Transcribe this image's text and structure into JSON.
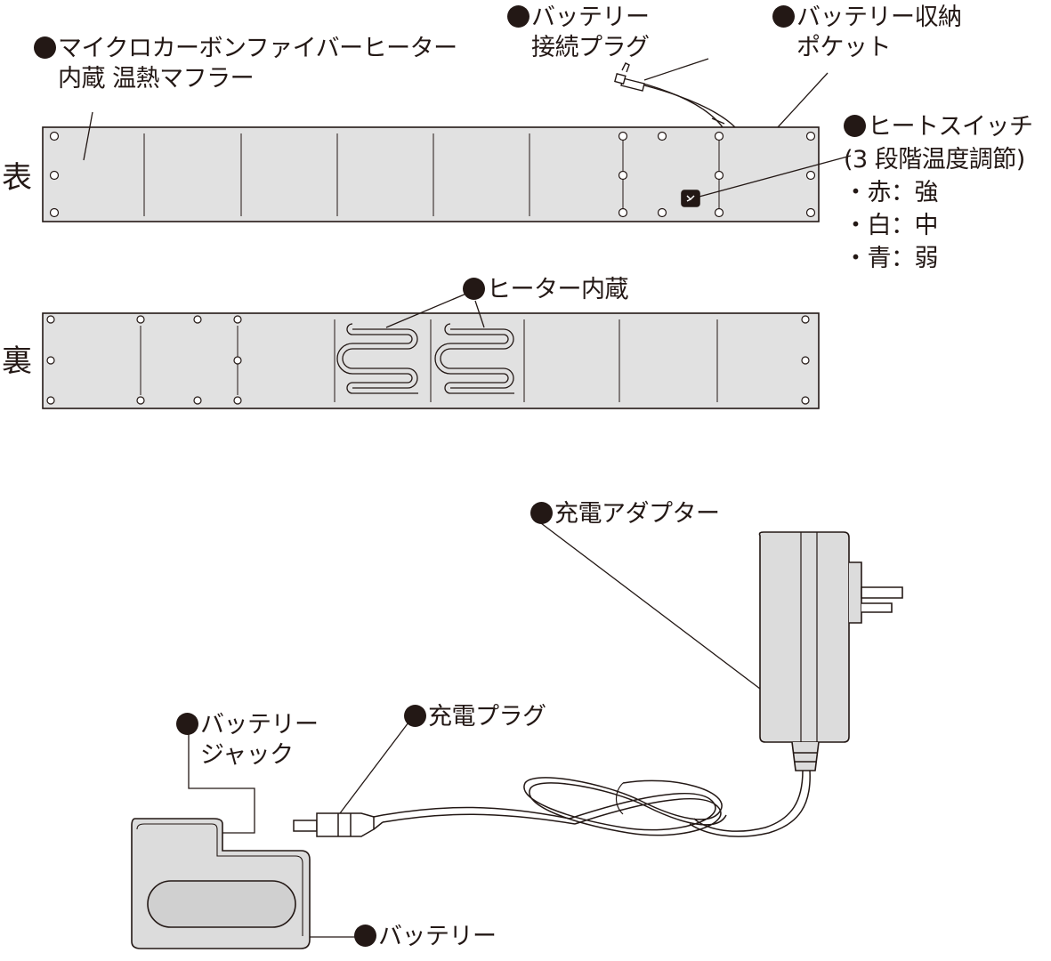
{
  "colors": {
    "ink": "#231815",
    "panel_fill": "#e1e1e1",
    "device_fill": "#dcdcdc",
    "switch_fill": "#231815"
  },
  "sides": {
    "front": "表",
    "back": "裏"
  },
  "labels": {
    "heater_muffler": [
      "マイクロカーボンファイバーヒーター",
      "内蔵 温熱マフラー"
    ],
    "battery_connect_plug": [
      "バッテリー",
      "接続プラグ"
    ],
    "battery_pocket": [
      "バッテリー収納",
      "ポケット"
    ],
    "heat_switch": {
      "title": "ヒートスイッチ",
      "subtitle": "(3 段階温度調節)",
      "levels": [
        "・赤：強",
        "・白：中",
        "・青：弱"
      ]
    },
    "heater_built_in": "ヒーター内蔵",
    "charge_adapter": "充電アダプター",
    "charge_plug": "充電プラグ",
    "battery_jack": [
      "バッテリー",
      "ジャック"
    ],
    "battery": "バッテリー"
  },
  "icons": {
    "bullet": "bullet-dot-icon",
    "switch": "heat-switch-icon"
  }
}
